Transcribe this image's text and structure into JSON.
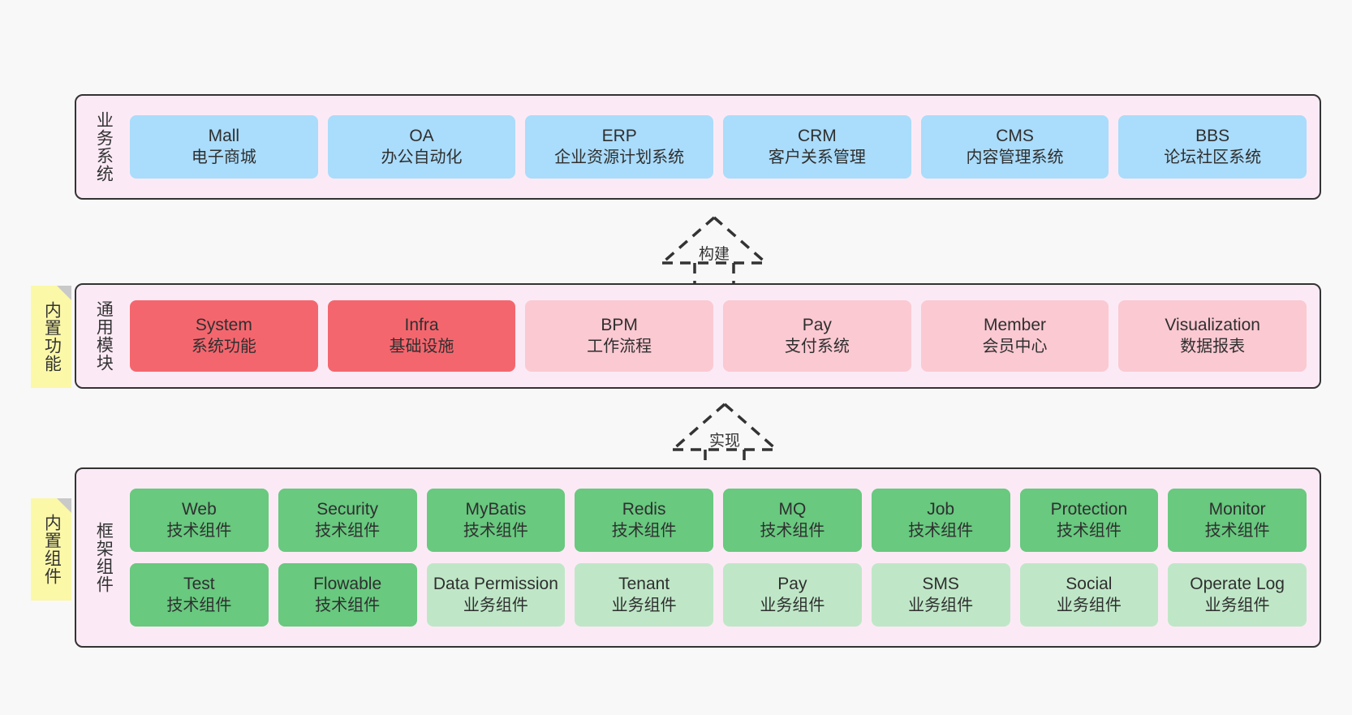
{
  "layers": [
    {
      "id": "business-systems",
      "title": "业务系统",
      "cards": [
        {
          "en": "Mall",
          "cn": "电子商城",
          "color": "blue"
        },
        {
          "en": "OA",
          "cn": "办公自动化",
          "color": "blue"
        },
        {
          "en": "ERP",
          "cn": "企业资源计划系统",
          "color": "blue"
        },
        {
          "en": "CRM",
          "cn": "客户关系管理",
          "color": "blue"
        },
        {
          "en": "CMS",
          "cn": "内容管理系统",
          "color": "blue"
        },
        {
          "en": "BBS",
          "cn": "论坛社区系统",
          "color": "blue"
        }
      ]
    },
    {
      "id": "common-modules",
      "title": "通用模块",
      "note": "内置功能",
      "cards": [
        {
          "en": "System",
          "cn": "系统功能",
          "color": "red"
        },
        {
          "en": "Infra",
          "cn": "基础设施",
          "color": "red"
        },
        {
          "en": "BPM",
          "cn": "工作流程",
          "color": "pink"
        },
        {
          "en": "Pay",
          "cn": "支付系统",
          "color": "pink"
        },
        {
          "en": "Member",
          "cn": "会员中心",
          "color": "pink"
        },
        {
          "en": "Visualization",
          "cn": "数据报表",
          "color": "pink"
        }
      ]
    },
    {
      "id": "framework-components",
      "title": "框架组件",
      "note": "内置组件",
      "rows": [
        [
          {
            "en": "Web",
            "cn": "技术组件",
            "color": "green"
          },
          {
            "en": "Security",
            "cn": "技术组件",
            "color": "green"
          },
          {
            "en": "MyBatis",
            "cn": "技术组件",
            "color": "green"
          },
          {
            "en": "Redis",
            "cn": "技术组件",
            "color": "green"
          },
          {
            "en": "MQ",
            "cn": "技术组件",
            "color": "green"
          },
          {
            "en": "Job",
            "cn": "技术组件",
            "color": "green"
          },
          {
            "en": "Protection",
            "cn": "技术组件",
            "color": "green"
          },
          {
            "en": "Monitor",
            "cn": "技术组件",
            "color": "green"
          }
        ],
        [
          {
            "en": "Test",
            "cn": "技术组件",
            "color": "green"
          },
          {
            "en": "Flowable",
            "cn": "技术组件",
            "color": "green"
          },
          {
            "en": "Data Permission",
            "cn": "业务组件",
            "color": "lightgreen"
          },
          {
            "en": "Tenant",
            "cn": "业务组件",
            "color": "lightgreen"
          },
          {
            "en": "Pay",
            "cn": "业务组件",
            "color": "lightgreen"
          },
          {
            "en": "SMS",
            "cn": "业务组件",
            "color": "lightgreen"
          },
          {
            "en": "Social",
            "cn": "业务组件",
            "color": "lightgreen"
          },
          {
            "en": "Operate Log",
            "cn": "业务组件",
            "color": "lightgreen"
          }
        ]
      ]
    }
  ],
  "arrows": [
    {
      "id": "build",
      "label": "构建"
    },
    {
      "id": "implement",
      "label": "实现"
    }
  ],
  "colors": {
    "background": "#f8f8f8",
    "layer_fill": "#fbeaf5",
    "layer_border": "#333333",
    "blue": "#aadcfb",
    "red": "#f4666e",
    "pink": "#fbc9d2",
    "green": "#68c97f",
    "light_green": "#bfe7c7",
    "note": "#fbf8a8",
    "note_fold": "#c9c9c9"
  }
}
